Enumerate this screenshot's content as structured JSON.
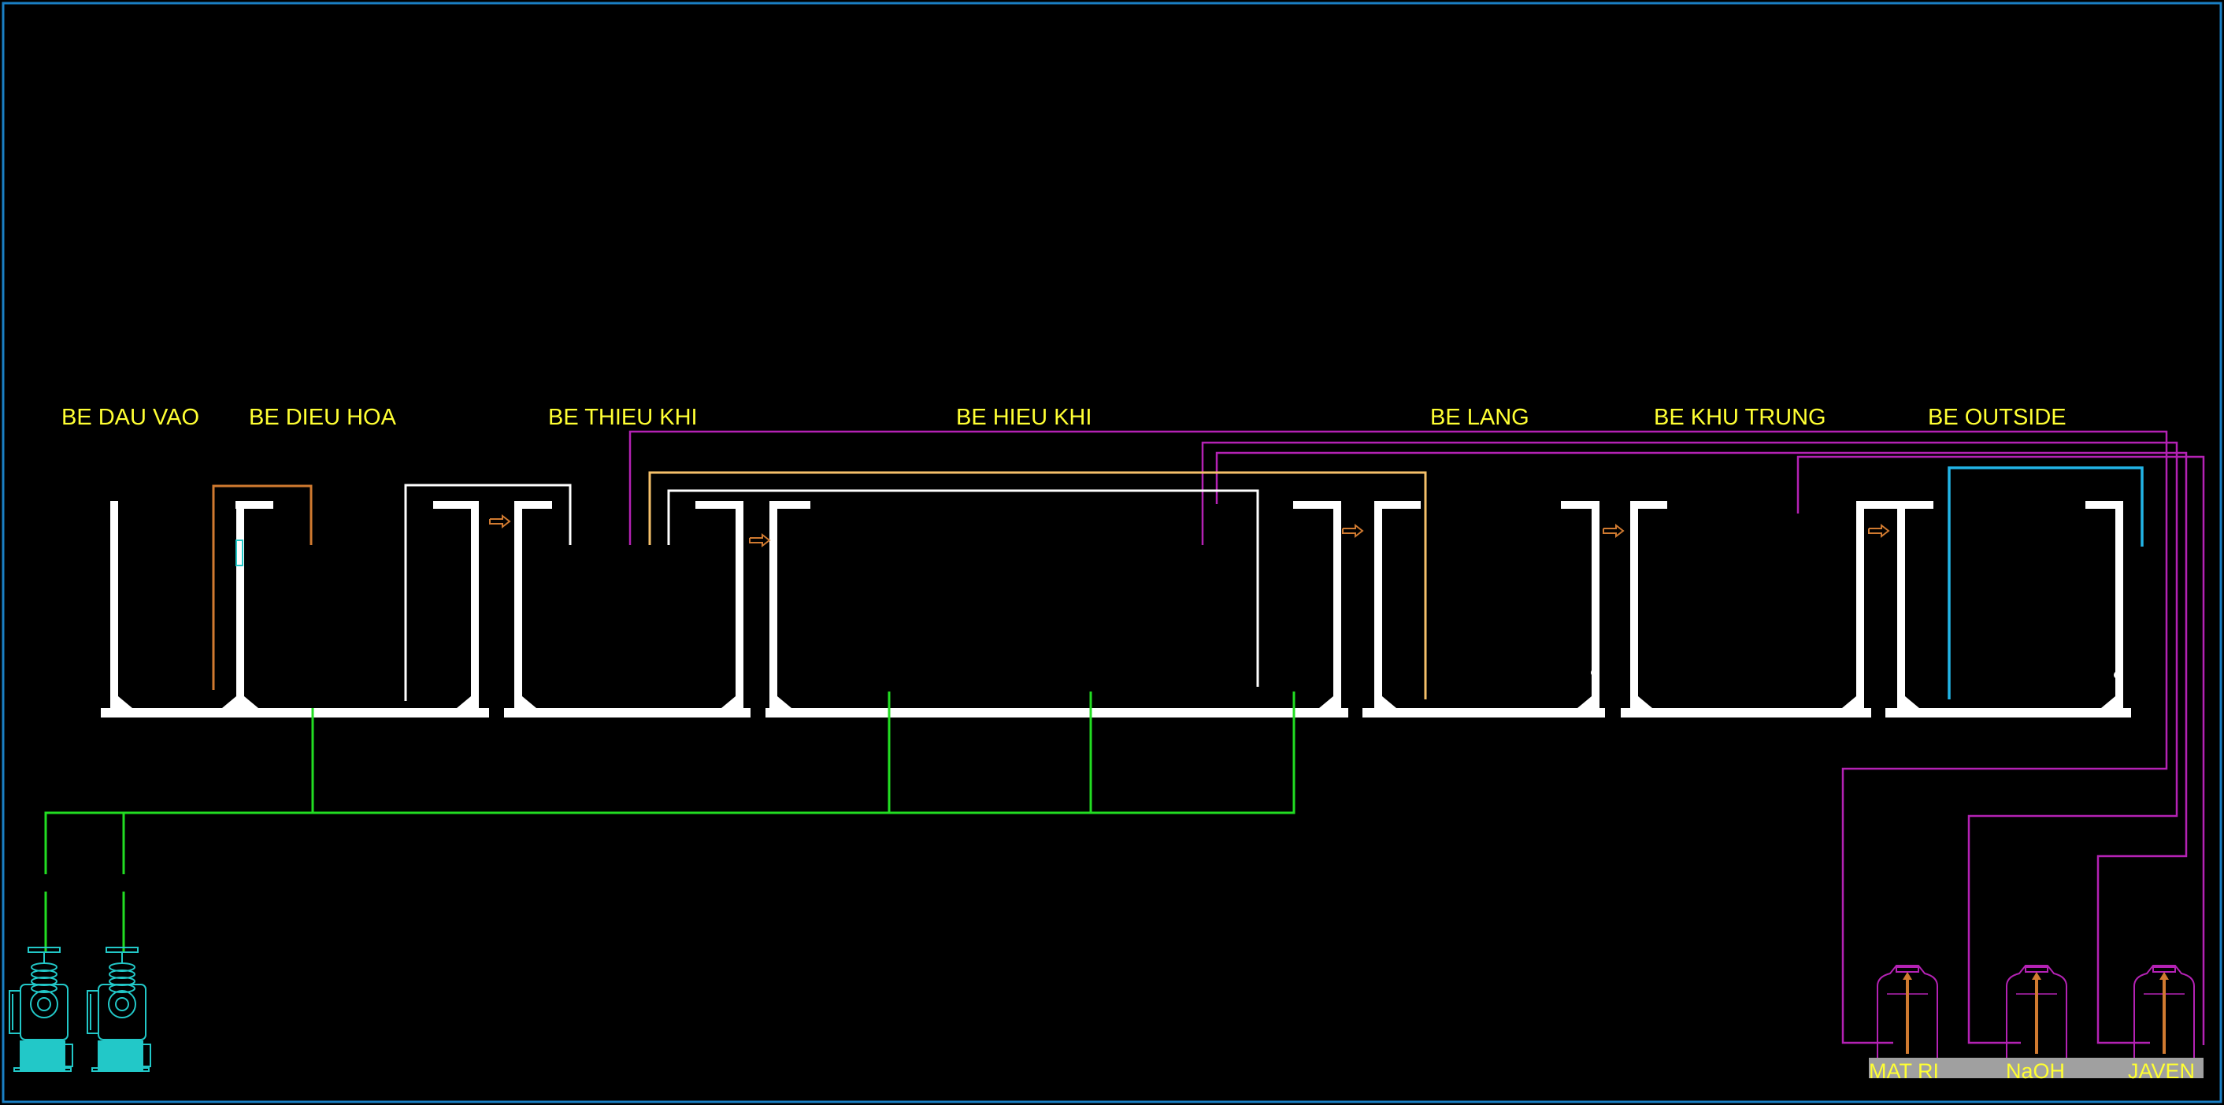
{
  "colors": {
    "background": "#000000",
    "frame": "#1a7fc4",
    "tank_wall": "#ffffff",
    "label": "#ffff33",
    "air_line": "#22dd22",
    "chem_line": "#b422b4",
    "return_line_orange": "#d07a30",
    "return_line_gold": "#f5c06a",
    "return_line_white": "#ffffff",
    "outside_line": "#22b4e6",
    "pump": "#22c8c8",
    "chemical_tank_body": "#b422b4",
    "chemical_tank_tube": "#d07a30",
    "tag_bar": "#a0a0a0"
  },
  "tanks": [
    {
      "id": "dau-vao",
      "label": "BE DAU VAO"
    },
    {
      "id": "dieu-hoa",
      "label": "BE DIEU HOA"
    },
    {
      "id": "thieu-khi",
      "label": "BE THIEU KHI"
    },
    {
      "id": "hieu-khi",
      "label": "BE HIEU KHI"
    },
    {
      "id": "lang",
      "label": "BE LANG"
    },
    {
      "id": "khu-trung",
      "label": "BE KHU TRUNG"
    },
    {
      "id": "outside",
      "label": "BE OUTSIDE"
    }
  ],
  "pumps": [
    {
      "id": "blower-1",
      "icon": "air-blower-icon"
    },
    {
      "id": "blower-2",
      "icon": "air-blower-icon"
    }
  ],
  "chemical_tanks": [
    {
      "id": "mat-ri",
      "label": "MAT RI",
      "icon": "chemical-tank-icon"
    },
    {
      "id": "naoh",
      "label": "NaOH",
      "icon": "chemical-tank-icon"
    },
    {
      "id": "javen",
      "label": "JAVEN",
      "icon": "chemical-tank-icon"
    }
  ]
}
